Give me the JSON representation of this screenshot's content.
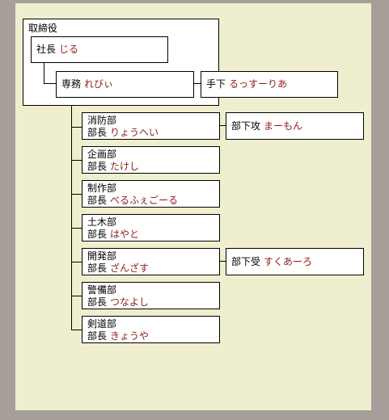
{
  "board": {
    "label": "取締役",
    "president": {
      "title": "社長",
      "name": "じる"
    },
    "executive": {
      "title": "専務",
      "name": "れびぃ"
    },
    "assistant": {
      "title": "手下",
      "name": "るっすーりあ"
    }
  },
  "departments": [
    {
      "dept": "消防部",
      "title": "部長",
      "name": "りょうへい",
      "sub": {
        "title": "部下攻",
        "name": "まーもん"
      }
    },
    {
      "dept": "企画部",
      "title": "部長",
      "name": "たけし"
    },
    {
      "dept": "制作部",
      "title": "部長",
      "name": "べるふぇごーる"
    },
    {
      "dept": "土木部",
      "title": "部長",
      "name": "はやと"
    },
    {
      "dept": "開発部",
      "title": "部長",
      "name": "ざんざす",
      "sub": {
        "title": "部下受",
        "name": "すくあーろ"
      }
    },
    {
      "dept": "警備部",
      "title": "部長",
      "name": "つなよし"
    },
    {
      "dept": "剣道部",
      "title": "部長",
      "name": "きょうや"
    }
  ],
  "colors": {
    "background": "#a59e99",
    "panel": "#efefcf",
    "name_text": "#8e1b1b"
  }
}
